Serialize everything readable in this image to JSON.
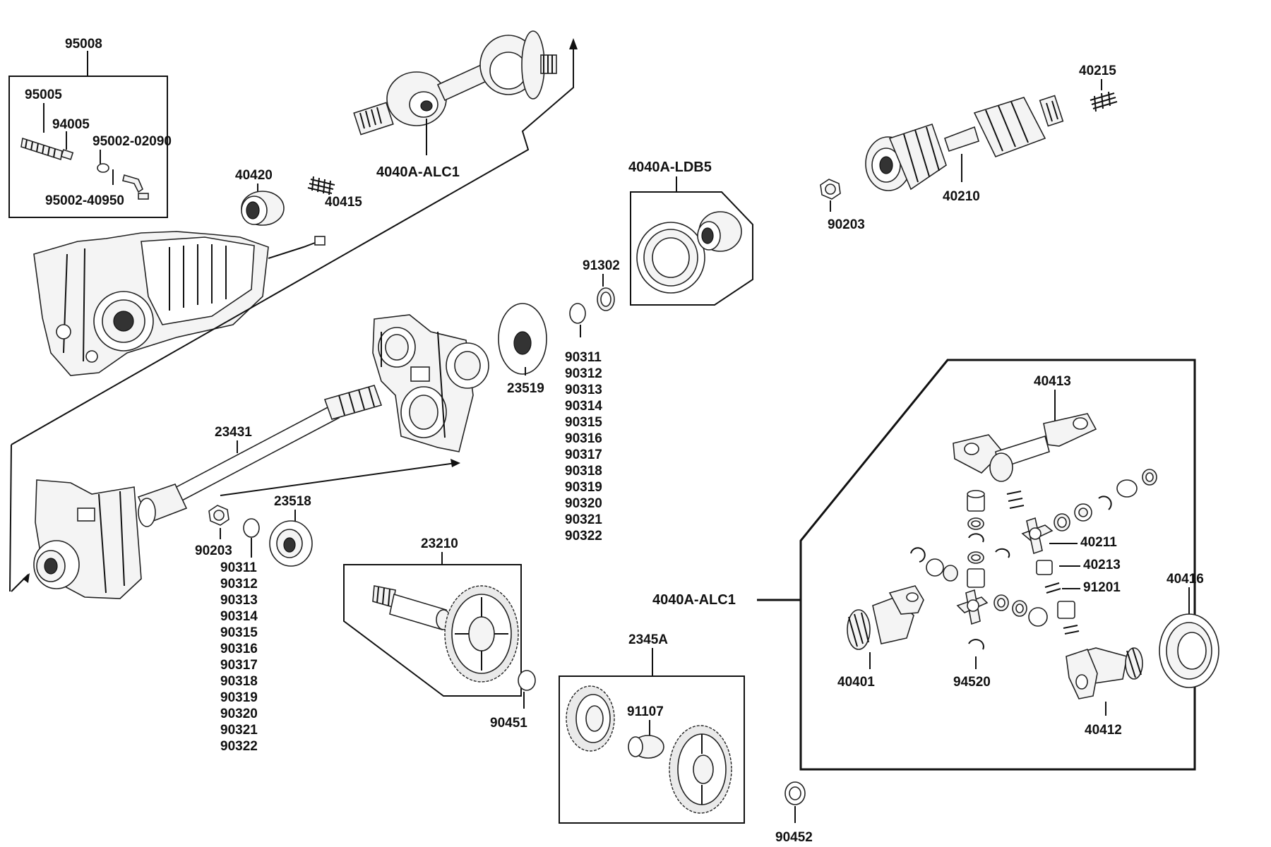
{
  "labels": {
    "p95008": "95008",
    "p95005": "95005",
    "p94005": "94005",
    "p95002_02090": "95002-02090",
    "p95002_40950": "95002-40950",
    "p40420": "40420",
    "p40415": "40415",
    "p4040A_ALC1_top": "4040A-ALC1",
    "p4040A_LDB5": "4040A-LDB5",
    "p40215": "40215",
    "p40210": "40210",
    "p90203_top": "90203",
    "p91302": "91302",
    "p23519": "23519",
    "p23431": "23431",
    "p23518": "23518",
    "p90203_mid": "90203",
    "p23210": "23210",
    "p90451": "90451",
    "p2345A": "2345A",
    "p91107": "91107",
    "p90452": "90452",
    "p40413": "40413",
    "p40211": "40211",
    "p40213": "40213",
    "p91201": "91201",
    "p40416": "40416",
    "p4040A_ALC1_box": "4040A-ALC1",
    "p40401": "40401",
    "p94520": "94520",
    "p40412": "40412"
  },
  "shim_list_right": [
    "90311",
    "90312",
    "90313",
    "90314",
    "90315",
    "90316",
    "90317",
    "90318",
    "90319",
    "90320",
    "90321",
    "90322"
  ],
  "shim_list_left": [
    "90311",
    "90312",
    "90313",
    "90314",
    "90315",
    "90316",
    "90317",
    "90318",
    "90319",
    "90320",
    "90321",
    "90322"
  ]
}
